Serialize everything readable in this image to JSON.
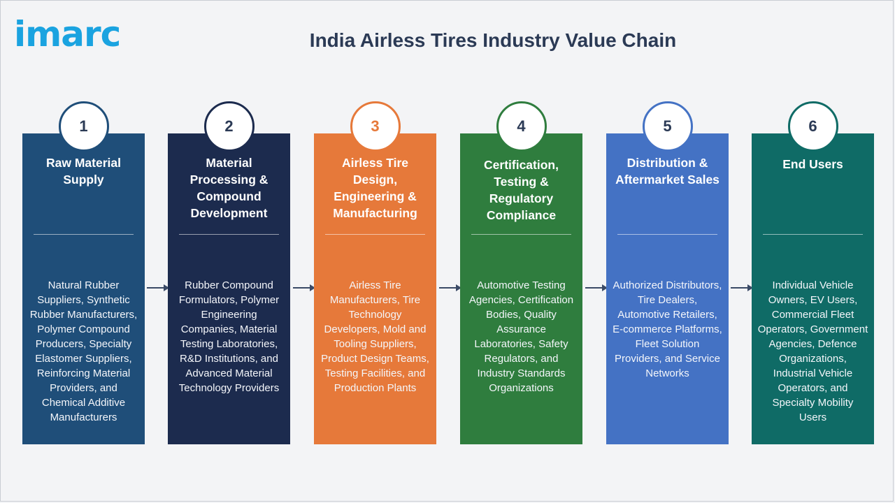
{
  "logo": {
    "text": "imarc"
  },
  "title": "India Airless Tires Industry Value Chain",
  "stages": [
    {
      "number": "1",
      "heading": "Raw Material Supply",
      "body": "Natural Rubber Suppliers, Synthetic Rubber Manufacturers, Polymer Compound Producers, Specialty Elastomer Suppliers, Reinforcing Material Providers, and Chemical Additive Manufacturers",
      "color": "#1f4e79"
    },
    {
      "number": "2",
      "heading": "Material Processing & Compound Development",
      "body": "Rubber Compound Formulators, Polymer Engineering Companies, Material Testing Laboratories, R&D Institutions, and Advanced Material Technology Providers",
      "color": "#1c2b4e"
    },
    {
      "number": "3",
      "heading": "Airless Tire Design, Engineering & Manufacturing",
      "body": "Airless Tire Manufacturers, Tire Technology Developers, Mold and Tooling Suppliers, Product Design Teams, Testing Facilities, and Production Plants",
      "color": "#e6793a"
    },
    {
      "number": "4",
      "heading": "Certification, Testing & Regulatory Compliance",
      "body": "Automotive Testing Agencies, Certification Bodies, Quality Assurance Laboratories, Safety Regulators, and Industry Standards Organizations",
      "color": "#2f7d3e"
    },
    {
      "number": "5",
      "heading": "Distribution & Aftermarket Sales",
      "body": "Authorized Distributors, Tire Dealers, Automotive Retailers, E-commerce Platforms, Fleet Solution Providers, and Service Networks",
      "color": "#4472c4"
    },
    {
      "number": "6",
      "heading": "End Users",
      "body": "Individual Vehicle Owners, EV Users, Commercial Fleet Operators, Government Agencies, Defence Organizations, Industrial Vehicle Operators, and Specialty Mobility Users",
      "color": "#0f6b66"
    }
  ]
}
